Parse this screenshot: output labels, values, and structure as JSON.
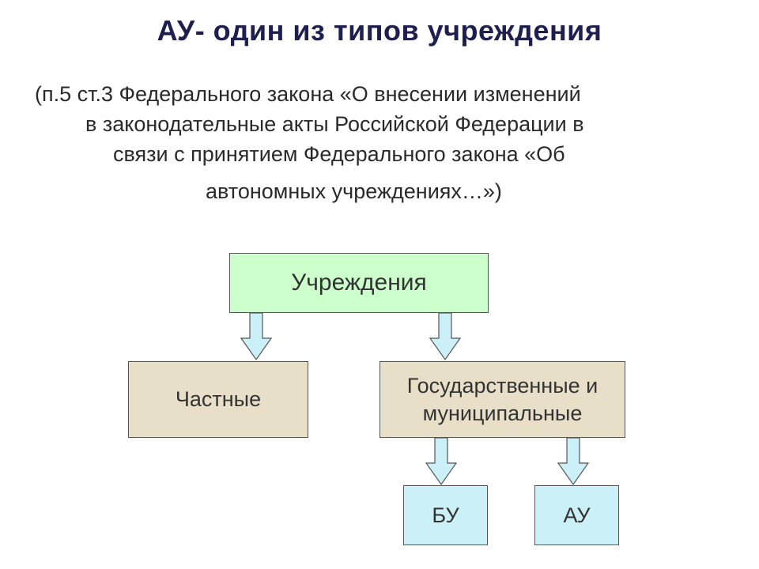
{
  "slide": {
    "title": "АУ- один из типов учреждения",
    "subtitle_lines": [
      "(п.5  ст.3 Федерального закона  «О внесении изменений",
      "в законодательные акты Российской Федерации в",
      "связи с принятием Федерального закона «Об",
      "автономных учреждениях…»)"
    ]
  },
  "diagram": {
    "root": "Учреждения",
    "private": "Частные",
    "state_line1": "Государственные и",
    "state_line2": "муниципальные",
    "bu": "БУ",
    "au": "АУ"
  },
  "colors": {
    "root_fill": "#ccffcc",
    "middle_fill": "#e8dfc8",
    "leaf_fill": "#ccf0f7",
    "arrow_fill": "#ccf0f7",
    "border": "#555555"
  }
}
